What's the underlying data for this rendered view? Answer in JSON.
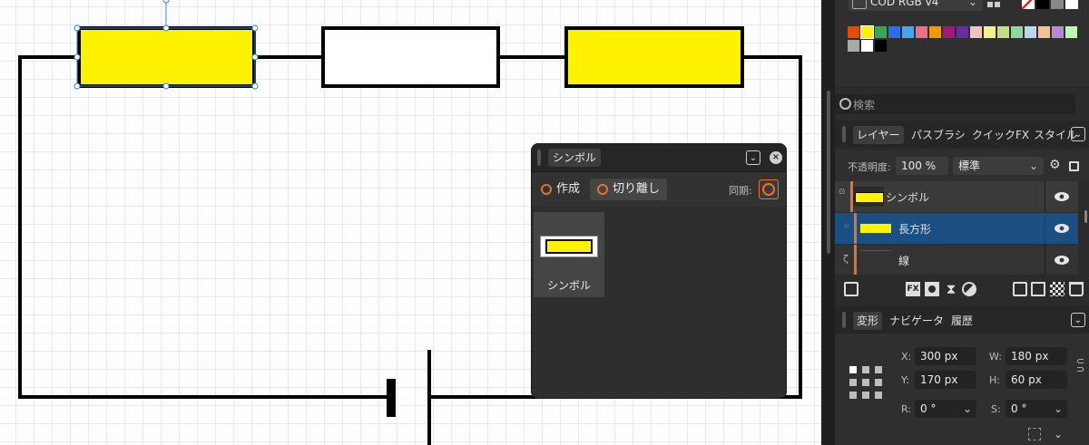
{
  "symbols_panel": {
    "tab_label": "シンボル",
    "create_label": "作成",
    "detach_label": "切り離し",
    "sync_label": "同期:",
    "symbol_tile_label": "シンボル"
  },
  "swatches_panel": {
    "palette_name": "COD RGB v4",
    "search_placeholder": "検索",
    "colors": [
      "#e64b00",
      "#fff200",
      "#36a853",
      "#2a6df5",
      "#4aa3f0",
      "#f26b8a",
      "#f39a00",
      "#a3167a",
      "#6b2aa6",
      "#f5c2c2",
      "#f6f08a",
      "#bfe07a",
      "#8fd6a4",
      "#bcd6f0",
      "#f3c29a",
      "#b889d6",
      "#bdf5b5",
      "#a8a8a8",
      "#ffffff",
      "#000000"
    ]
  },
  "layers_panel": {
    "tabs": [
      {
        "label": "レイヤー",
        "active": true
      },
      {
        "label": "パスブラシ",
        "active": false
      },
      {
        "label": "クイックFX",
        "active": false
      },
      {
        "label": "スタイル",
        "active": false
      }
    ],
    "opacity_label": "不透明度:",
    "opacity_value": "100 %",
    "blend_mode": "標準",
    "layers": [
      {
        "name": "シンボル",
        "selected": false
      },
      {
        "name": "長方形",
        "selected": true
      },
      {
        "name": "線",
        "selected": false
      }
    ]
  },
  "transform_panel": {
    "tabs": [
      {
        "label": "変形",
        "active": true
      },
      {
        "label": "ナビゲータ",
        "active": false
      },
      {
        "label": "履歴",
        "active": false
      }
    ],
    "x_label": "X:",
    "x_value": "300 px",
    "w_label": "W:",
    "w_value": "180 px",
    "y_label": "Y:",
    "y_value": "170 px",
    "h_label": "H:",
    "h_value": "60 px",
    "r_label": "R:",
    "r_value": "0 °",
    "s_label": "S:",
    "s_value": "0 °"
  },
  "colors": {
    "accent": "#e8702a",
    "selection_blue": "#1b4f82",
    "resistor_fill": "#fff200"
  }
}
